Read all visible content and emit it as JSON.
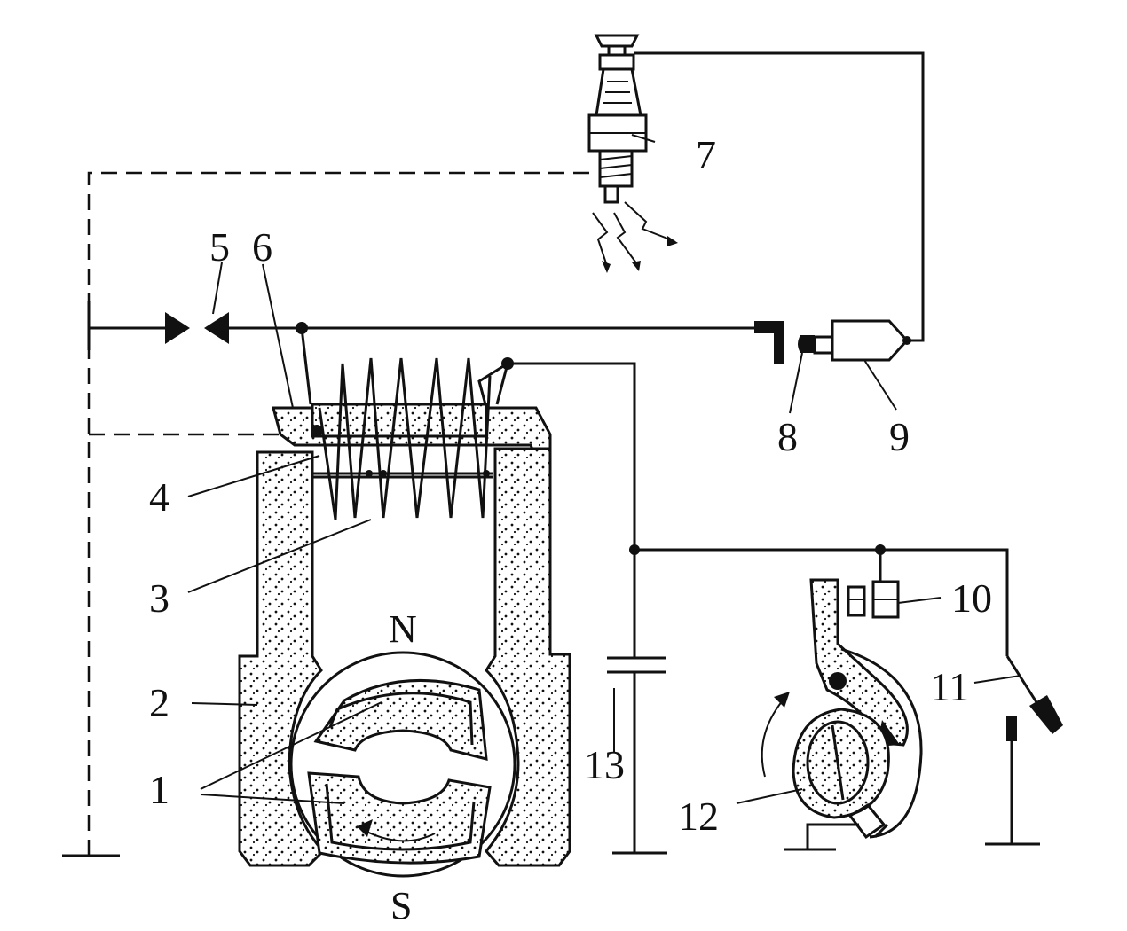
{
  "labels": {
    "l1": "1",
    "l2": "2",
    "l3": "3",
    "l4": "4",
    "l5": "5",
    "l6": "6",
    "l7": "7",
    "l8": "8",
    "l9": "9",
    "l10": "10",
    "l11": "11",
    "l12": "12",
    "l13": "13"
  },
  "poles": {
    "north": "N",
    "south": "S"
  },
  "colors": {
    "ink": "#111111",
    "paper": "#ffffff"
  }
}
